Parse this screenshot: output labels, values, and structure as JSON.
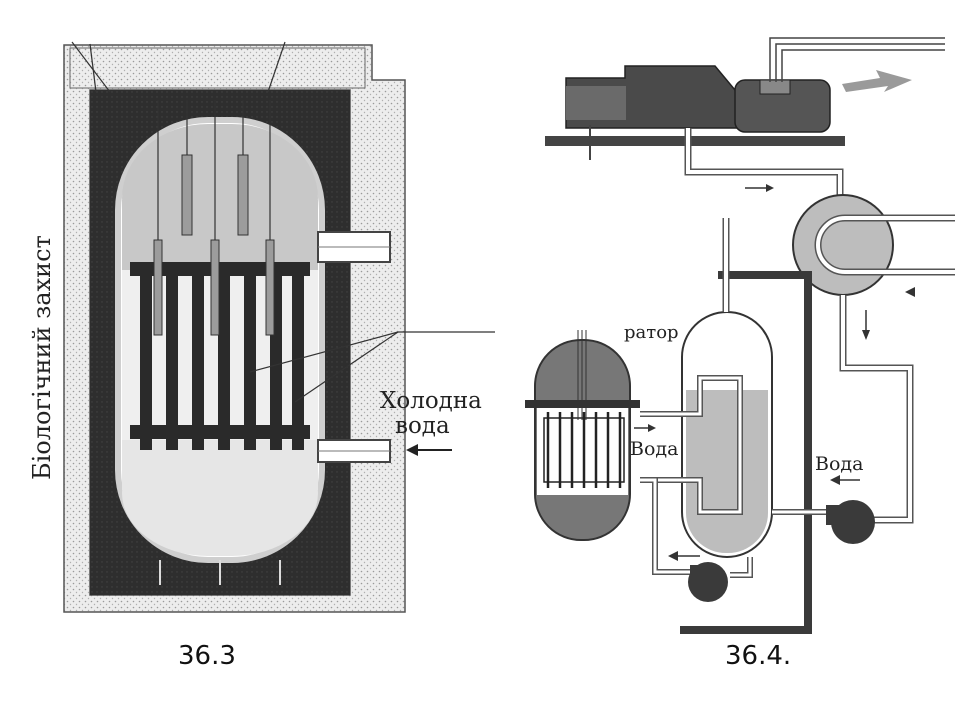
{
  "figures": [
    {
      "caption": "36.3",
      "labels": {
        "side": "Біологічний захист",
        "inlet_line1": "Холодна",
        "inlet_line2": "вода"
      }
    },
    {
      "caption": "36.4.",
      "labels": {
        "partial_word": "ратор",
        "water_left": "Вода",
        "water_right": "Вода"
      }
    }
  ],
  "colors": {
    "dark_fill": "#2e2e2e",
    "concrete": "#e9e9e9",
    "liquid": "#bdbdbd",
    "light_liquid": "#dcdcdc",
    "steel": "#5c5c5c",
    "arrow_gray": "#9a9a9a"
  }
}
